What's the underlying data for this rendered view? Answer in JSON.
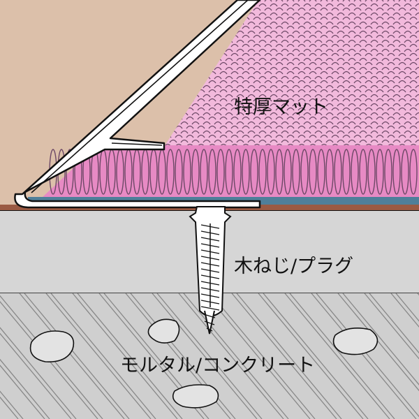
{
  "labels": {
    "mat": "特厚マット",
    "screw": "木ねじ/プラグ",
    "substrate": "モルタル/コンクリート"
  },
  "colors": {
    "wall": "#dcc0aa",
    "mat_top": "#f2b9dc",
    "mat_core": "#e78ac4",
    "mat_base": "#4f7f9a",
    "floor_strip": "#9a5a43",
    "mortar": "#d6d6d6",
    "concrete": "#cfcfcf",
    "outline": "#111111",
    "profile": "#ffffff"
  }
}
